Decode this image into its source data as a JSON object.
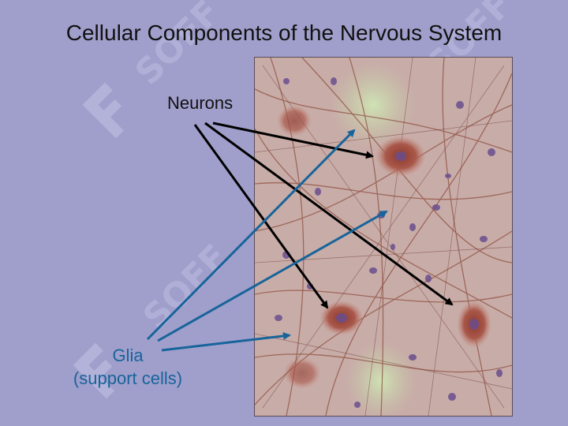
{
  "slide": {
    "title": "Cellular Components of the Nervous System",
    "watermark_text": "SOFF"
  },
  "labels": {
    "neurons": "Neurons",
    "glia_line1": "Glia",
    "glia_line2": "(support cells)"
  },
  "image": {
    "description_icon": "micrograph-image"
  },
  "colors": {
    "background": "#a09fcc",
    "neuron_arrow": "#000000",
    "glia_arrow": "#17649a",
    "glia_text": "#17649a"
  }
}
